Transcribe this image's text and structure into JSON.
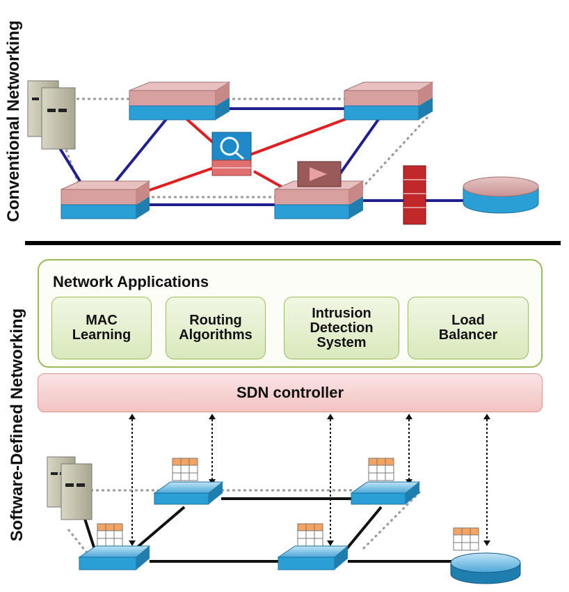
{
  "labels": {
    "conventional": "Conventional Networking",
    "sdn": "Software-Defined Networking"
  },
  "applications": {
    "title": "Network Applications",
    "items": [
      {
        "label": "MAC\nLearning"
      },
      {
        "label": "Routing\nAlgorithms"
      },
      {
        "label": "Intrusion\nDetection\nSystem"
      },
      {
        "label": "Load\nBalancer"
      }
    ]
  },
  "controller": {
    "label": "SDN controller"
  },
  "colors": {
    "accent_green": "#9bbb59",
    "controller_pink": "#f2c2c2",
    "link_blue": "#1f1f8f",
    "link_red": "#e02020",
    "switch_pink": "#d9a0a0",
    "switch_blue": "#2a9fd6"
  }
}
